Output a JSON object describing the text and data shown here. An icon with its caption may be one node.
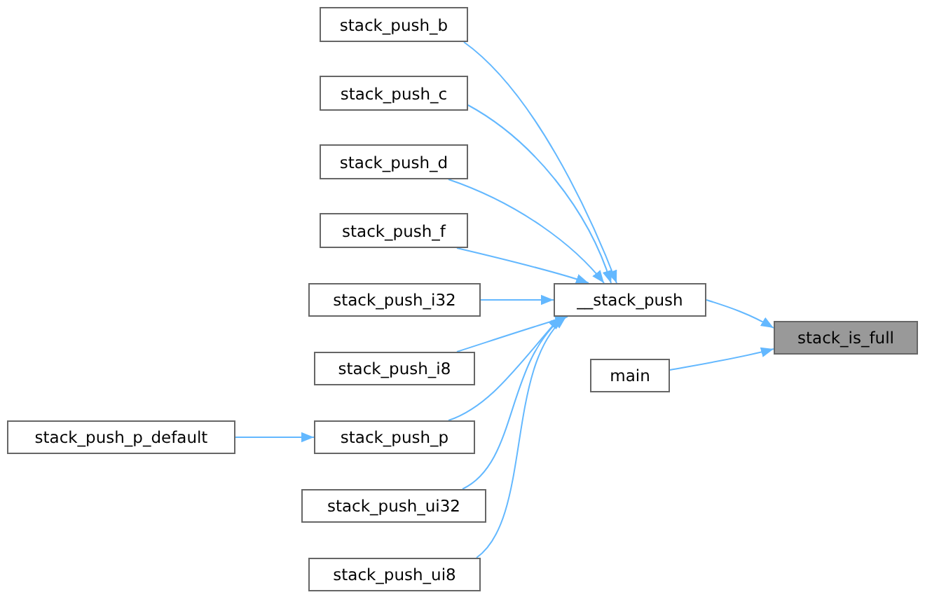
{
  "diagram": {
    "nodes": [
      {
        "text": [
          "stack_is_full"
        ]
      },
      {
        "text": [
          "__stack_push"
        ]
      },
      {
        "text": [
          "main"
        ]
      },
      {
        "text": [
          "stack_push_b"
        ]
      },
      {
        "text": [
          "stack_push_c"
        ]
      },
      {
        "text": [
          "stack_push_d"
        ]
      },
      {
        "text": [
          "stack_push_f"
        ]
      },
      {
        "text": [
          "stack_push_i32"
        ]
      },
      {
        "text": [
          "stack_push_i8"
        ]
      },
      {
        "text": [
          "stack_push_p"
        ]
      },
      {
        "text": [
          "stack_push_ui32"
        ]
      },
      {
        "text": [
          "stack_push_ui8"
        ]
      },
      {
        "text": [
          "stack_push_p_default"
        ]
      }
    ],
    "edges": [
      {
        "from": 1,
        "to": 0,
        "arrow": "to"
      },
      {
        "from": 2,
        "to": 0,
        "arrow": "to"
      },
      {
        "from": 3,
        "to": 1,
        "arrow": "to"
      },
      {
        "from": 4,
        "to": 1,
        "arrow": "to"
      },
      {
        "from": 5,
        "to": 1,
        "arrow": "to"
      },
      {
        "from": 6,
        "to": 1,
        "arrow": "to"
      },
      {
        "from": 7,
        "to": 1,
        "arrow": "to"
      },
      {
        "from": 8,
        "to": 1,
        "arrow": "to"
      },
      {
        "from": 9,
        "to": 1,
        "arrow": "to"
      },
      {
        "from": 10,
        "to": 1,
        "arrow": "to"
      },
      {
        "from": 11,
        "to": 1,
        "arrow": "to"
      },
      {
        "from": 12,
        "to": 9,
        "arrow": "to"
      }
    ]
  }
}
